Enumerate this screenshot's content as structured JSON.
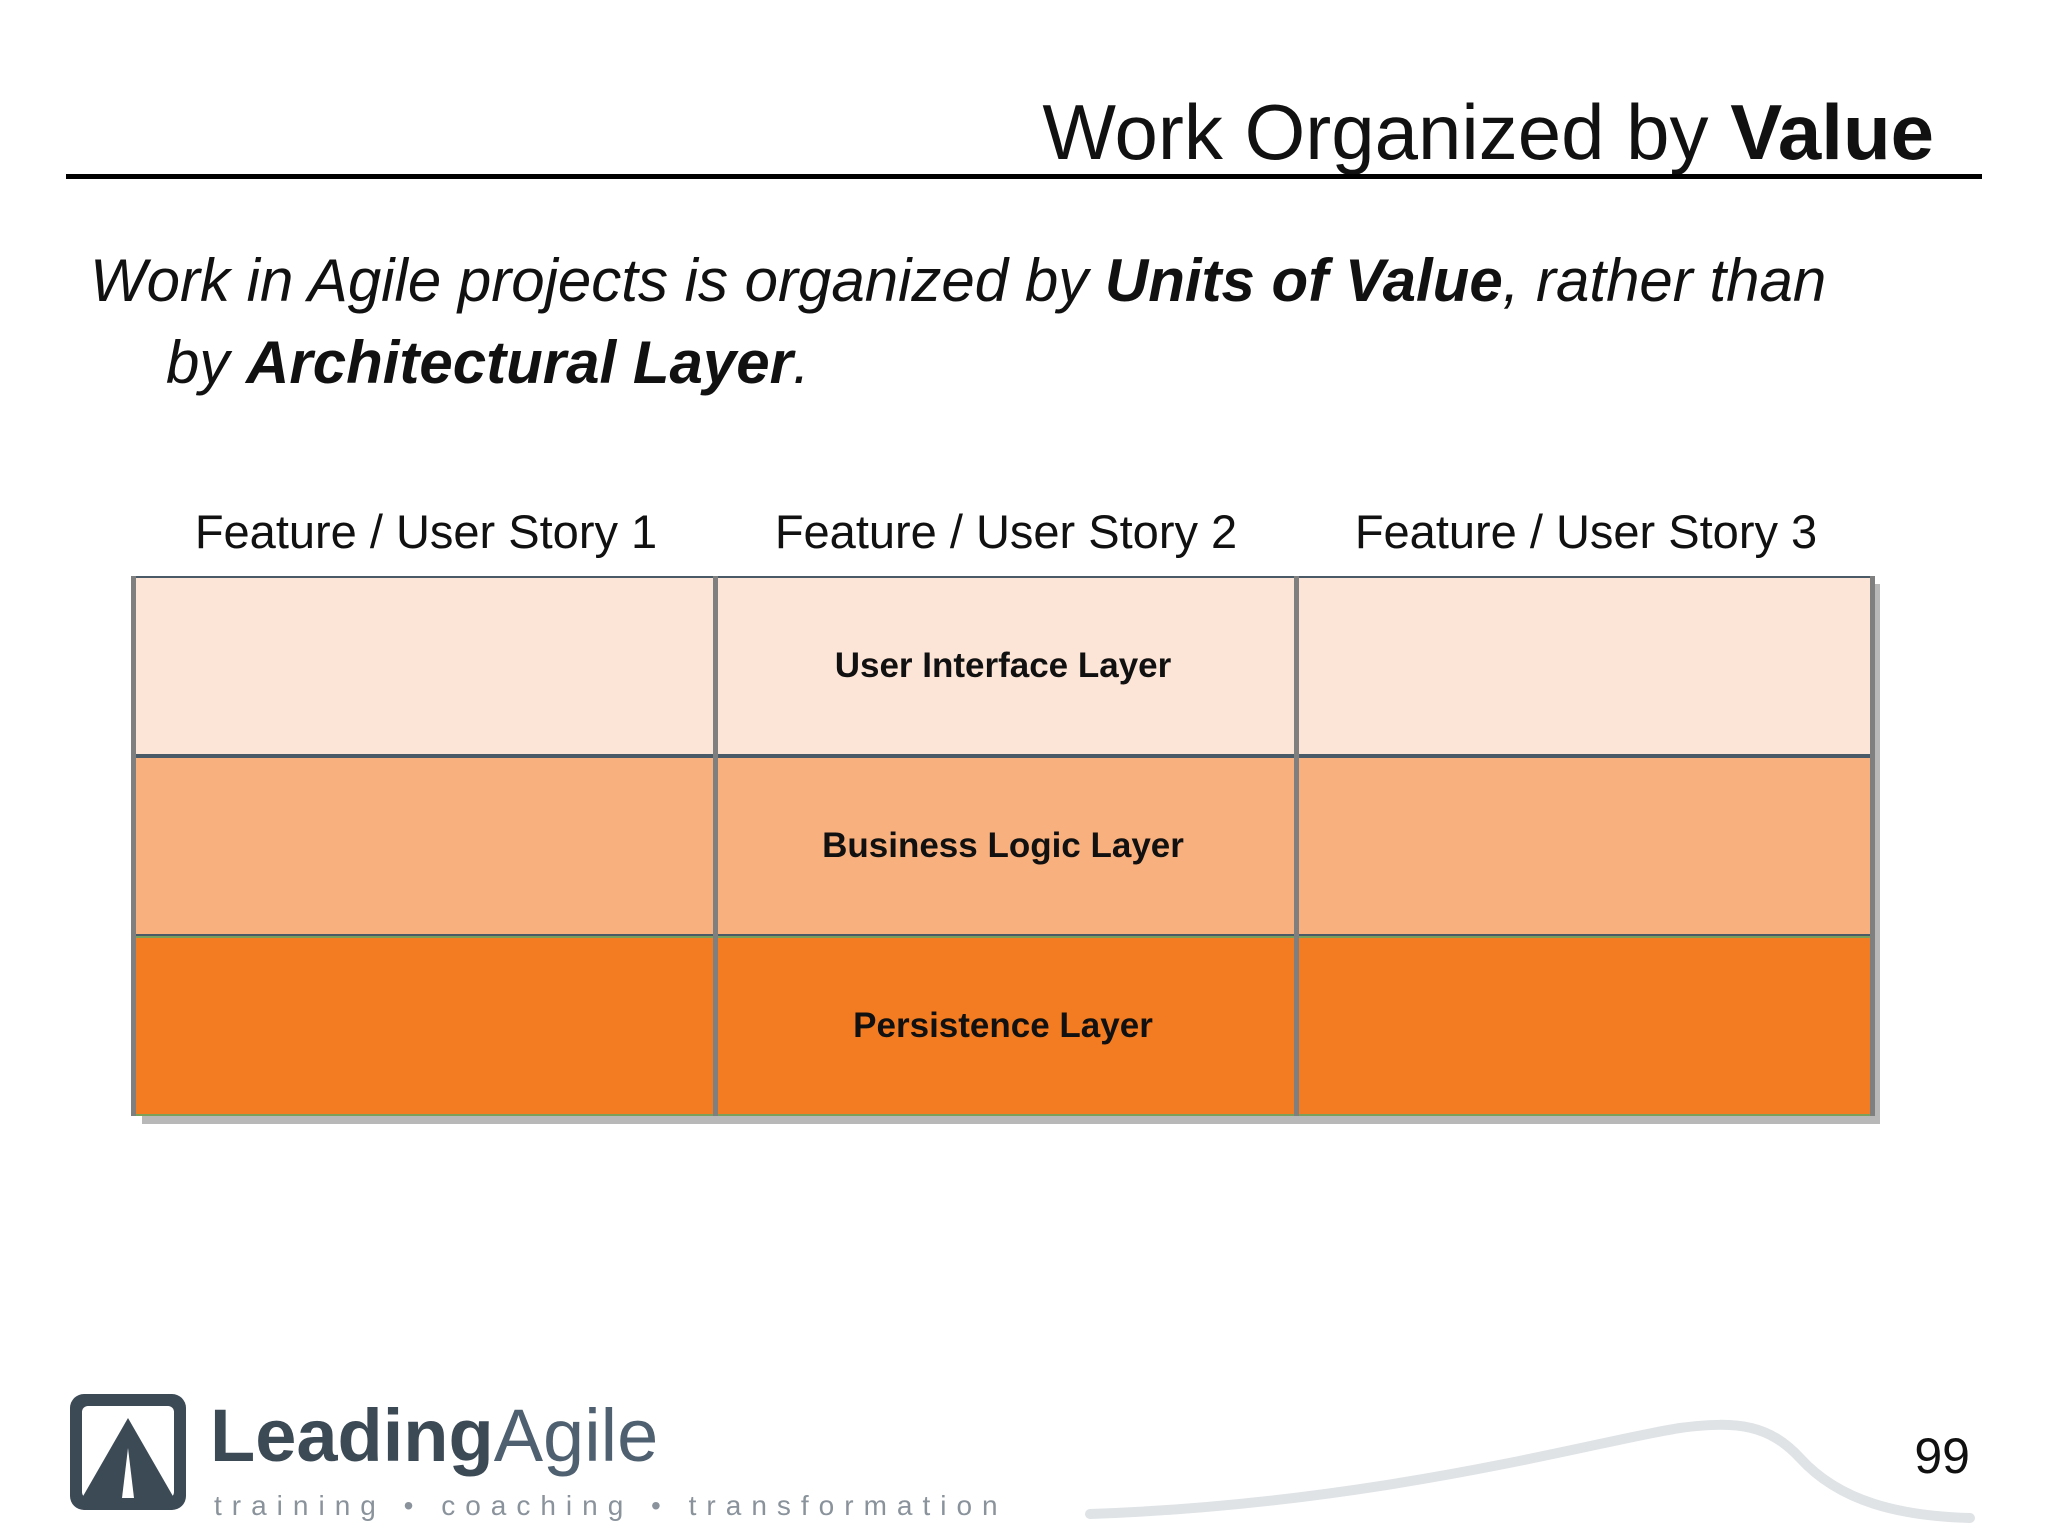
{
  "slide": {
    "title_normal": "Work Organized by ",
    "title_bold": "Value",
    "statement": {
      "part1": "Work in Agile projects is organized by ",
      "bold1": "Units of Value",
      "part2": ", rather than",
      "part3": "by ",
      "bold2": "Architectural Layer",
      "part4": "."
    },
    "page_number": "99"
  },
  "diagram": {
    "columns": [
      "Feature / User Story 1",
      "Feature / User Story 2",
      "Feature / User Story 3"
    ],
    "layers": [
      {
        "name": "User Interface Layer",
        "color": "#fce4d6"
      },
      {
        "name": "Business Logic Layer",
        "color": "#f8b07e"
      },
      {
        "name": "Persistence Layer",
        "color": "#f37b21"
      }
    ],
    "divider_color": "#7f7f7f"
  },
  "logo": {
    "name_bold": "Leading",
    "name_light": "Agile",
    "tagline": "training • coaching • transformation",
    "primary_color": "#3c4a56"
  }
}
